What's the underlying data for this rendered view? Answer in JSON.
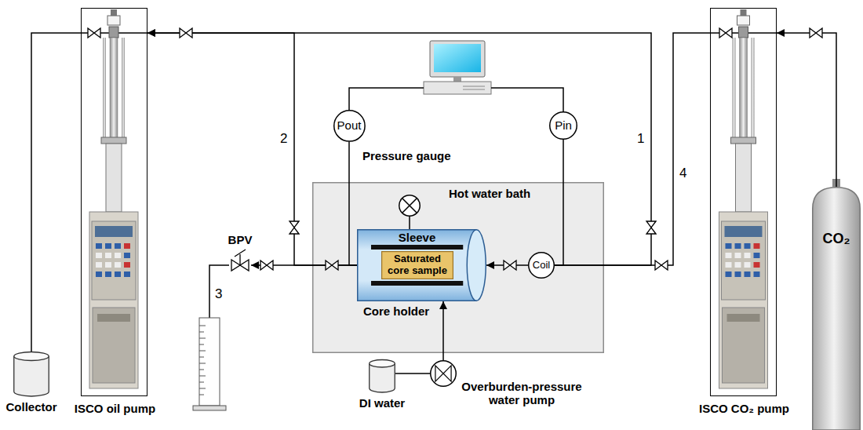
{
  "diagram": {
    "nodes": [
      {
        "text": [
          "Collector"
        ]
      },
      {
        "text": [
          "ISCO oil pump"
        ]
      },
      {
        "text": [
          "Pout"
        ]
      },
      {
        "text": [
          "Pin"
        ]
      },
      {
        "text": [
          "Hot water bath"
        ]
      },
      {
        "text": [
          "Pressure gauge"
        ],
        "in": 4
      },
      {
        "text": [
          "Sleeve",
          "Core holder"
        ],
        "in": 4
      },
      {
        "text": [
          "Saturated core sample"
        ],
        "in": 6
      },
      {
        "text": [
          "Coil"
        ],
        "in": 4
      },
      {
        "text": [
          "BPV"
        ]
      },
      {
        "text": [
          "ISCO CO₂ pump"
        ]
      },
      {
        "text": [
          "CO₂"
        ]
      },
      {
        "text": [
          "DI water"
        ]
      },
      {
        "text": [
          "Overburden-pressure water pump"
        ]
      }
    ],
    "edges": [
      {
        "from": 1,
        "to": 0,
        "arrow": "none"
      },
      {
        "from": 6,
        "to": 9,
        "arrow": "to"
      },
      {
        "from": 8,
        "to": 6,
        "arrow": "to"
      },
      {
        "from": 10,
        "to": 8,
        "arrow": "none"
      },
      {
        "from": 11,
        "to": 10,
        "arrow": "to"
      },
      {
        "from": 12,
        "to": 13,
        "arrow": "none"
      },
      {
        "from": 13,
        "to": 6,
        "arrow": "to"
      },
      {
        "from": 5,
        "to": 6,
        "arrow": "none"
      },
      {
        "from": 2,
        "to": 6,
        "arrow": "none"
      },
      {
        "from": 3,
        "to": 8,
        "arrow": "none"
      },
      {
        "from": 8,
        "to": 1,
        "arrow": "to"
      },
      {
        "from": 6,
        "to": 1,
        "arrow": "to"
      }
    ],
    "labels": [
      "2",
      "1",
      "4",
      "3"
    ]
  }
}
